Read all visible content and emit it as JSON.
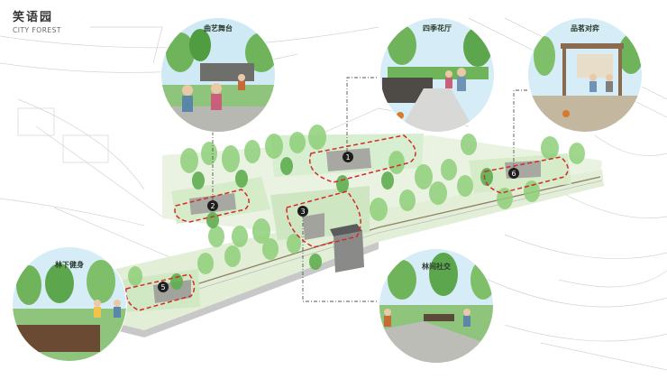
{
  "page": {
    "title_zh": "笑语园",
    "title_en": "CITY FOREST"
  },
  "zones": [
    {
      "num": "1",
      "label": "四季花厅"
    },
    {
      "num": "2",
      "label": "曲艺舞台"
    },
    {
      "num": "3",
      "label": "林间社交"
    },
    {
      "num": "5",
      "label": "林下健身"
    },
    {
      "num": "6",
      "label": "品茗对弈"
    }
  ],
  "colors": {
    "highlight_dash": "#d42a2a",
    "leader_line": "#555555",
    "marker_fill": "#1e1e1e",
    "lawn": "#9fd08c",
    "tree": "#5aa24a",
    "sky": "#bfe2f2"
  }
}
